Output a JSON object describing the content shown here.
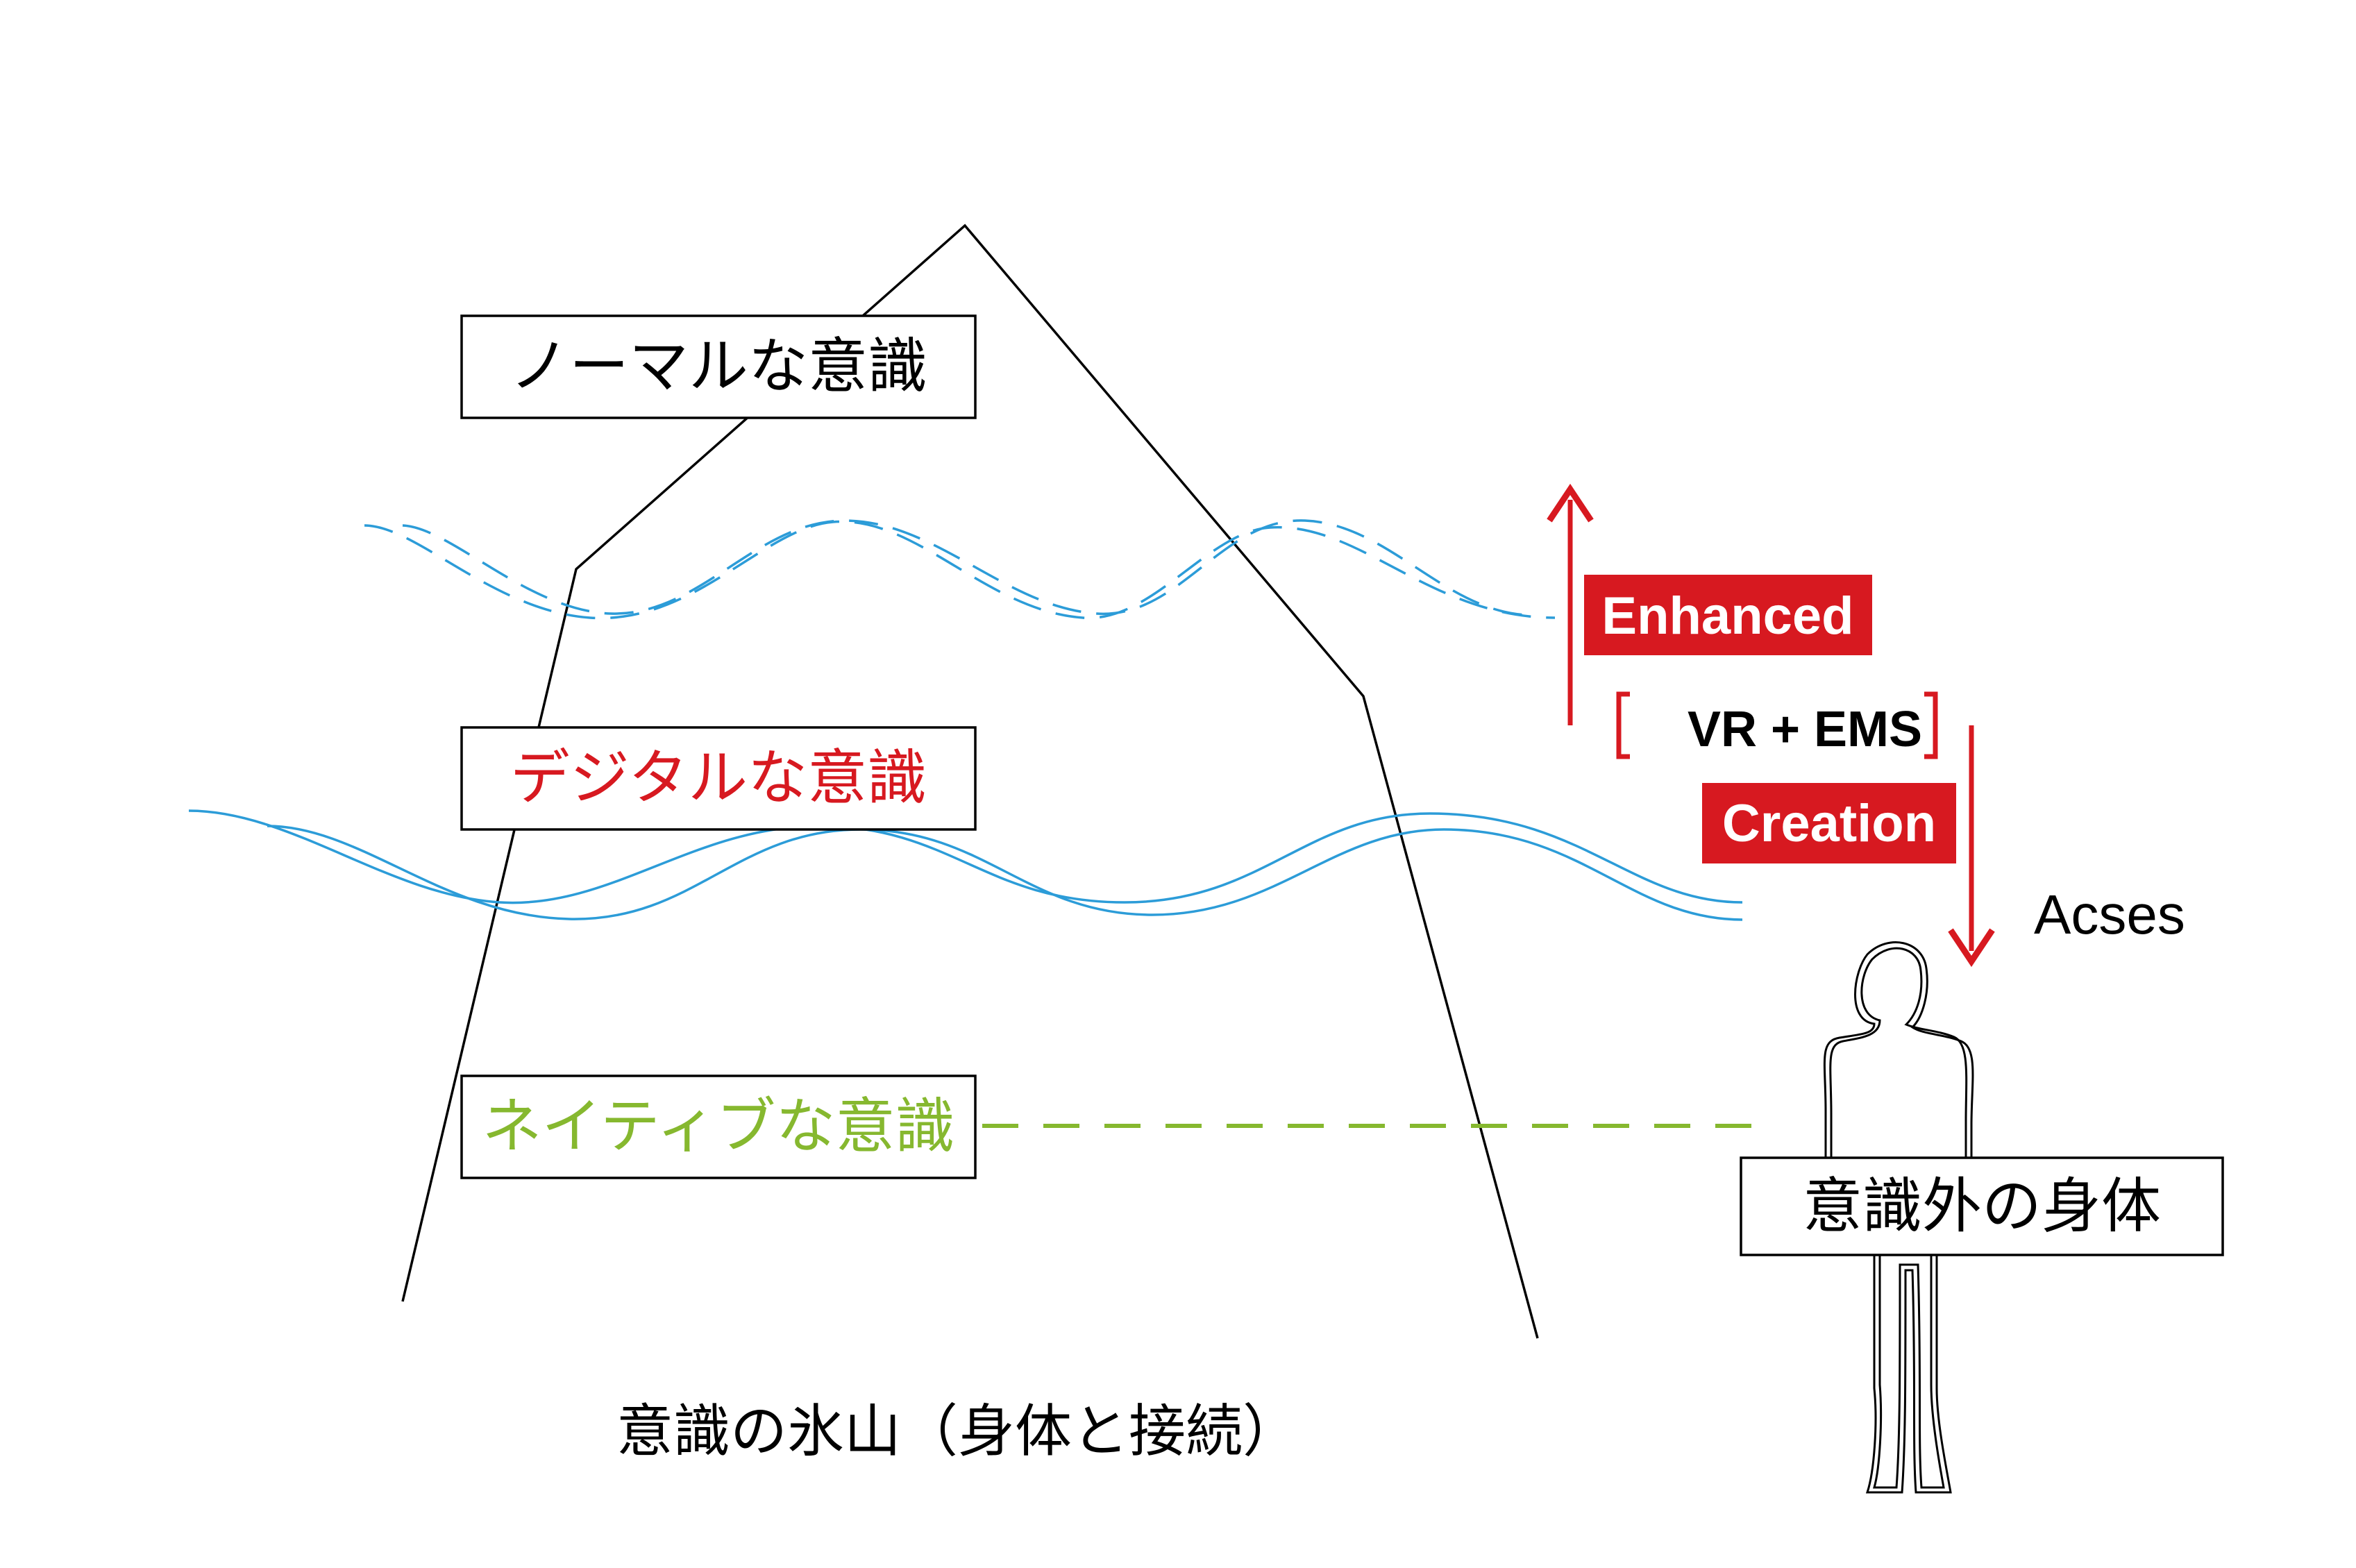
{
  "labels": {
    "normal": "ノーマルな意識",
    "digital": "デジタルな意識",
    "native": "ネイティブな意識",
    "outside_body": "意識外の身体",
    "caption": "意識の氷山（身体と接続）"
  },
  "process": {
    "enhanced": "Enhanced",
    "vr_ems": "VR + EMS",
    "bracket_open": "[",
    "bracket_close": "]",
    "creation": "Creation",
    "acses": "Acses"
  },
  "colors": {
    "red": "#d71920",
    "blue": "#2c9cd8",
    "green": "#86b82f",
    "black": "#000000"
  }
}
